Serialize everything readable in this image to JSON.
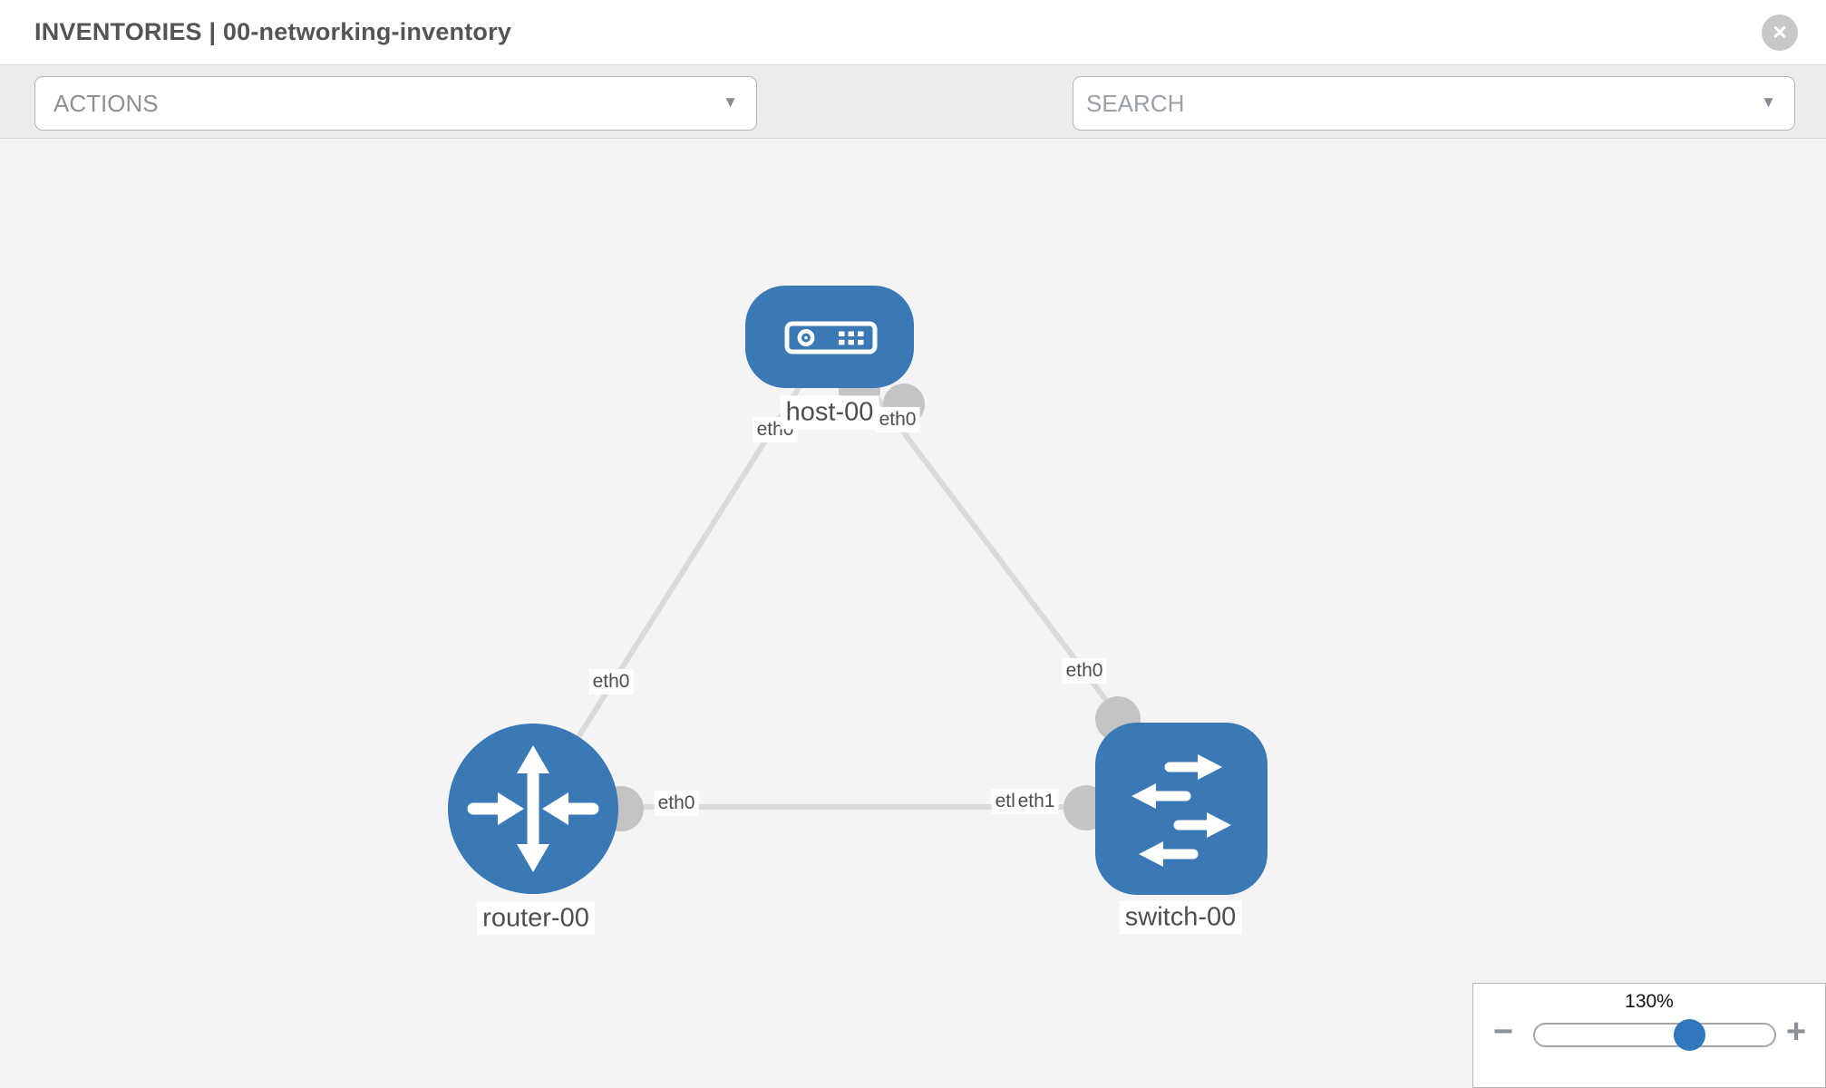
{
  "header": {
    "title": "INVENTORIES | 00-networking-inventory"
  },
  "icons": {
    "close": "✕",
    "caret_down": "▼",
    "zoom_out": "−",
    "zoom_in": "+"
  },
  "toolbar": {
    "actions": {
      "label": "ACTIONS"
    },
    "search": {
      "placeholder": "SEARCH",
      "value": ""
    }
  },
  "topology": {
    "nodes": [
      {
        "id": "host-00",
        "type": "host"
      },
      {
        "id": "router-00",
        "type": "router"
      },
      {
        "id": "switch-00",
        "type": "switch"
      }
    ],
    "interfaces": {
      "host_to_router": "eth0",
      "host_to_switch": "eth0",
      "router_to_host": "eth0",
      "switch_to_host": "eth0",
      "router_to_switch": "eth0",
      "switch_to_router_under": "eth0",
      "switch_to_router_over": "eth1"
    },
    "colors": {
      "node_fill": "#3a79b5",
      "link": "#dadada",
      "connector": "#c4c4c4"
    }
  },
  "zoom_control": {
    "level": "130%"
  }
}
